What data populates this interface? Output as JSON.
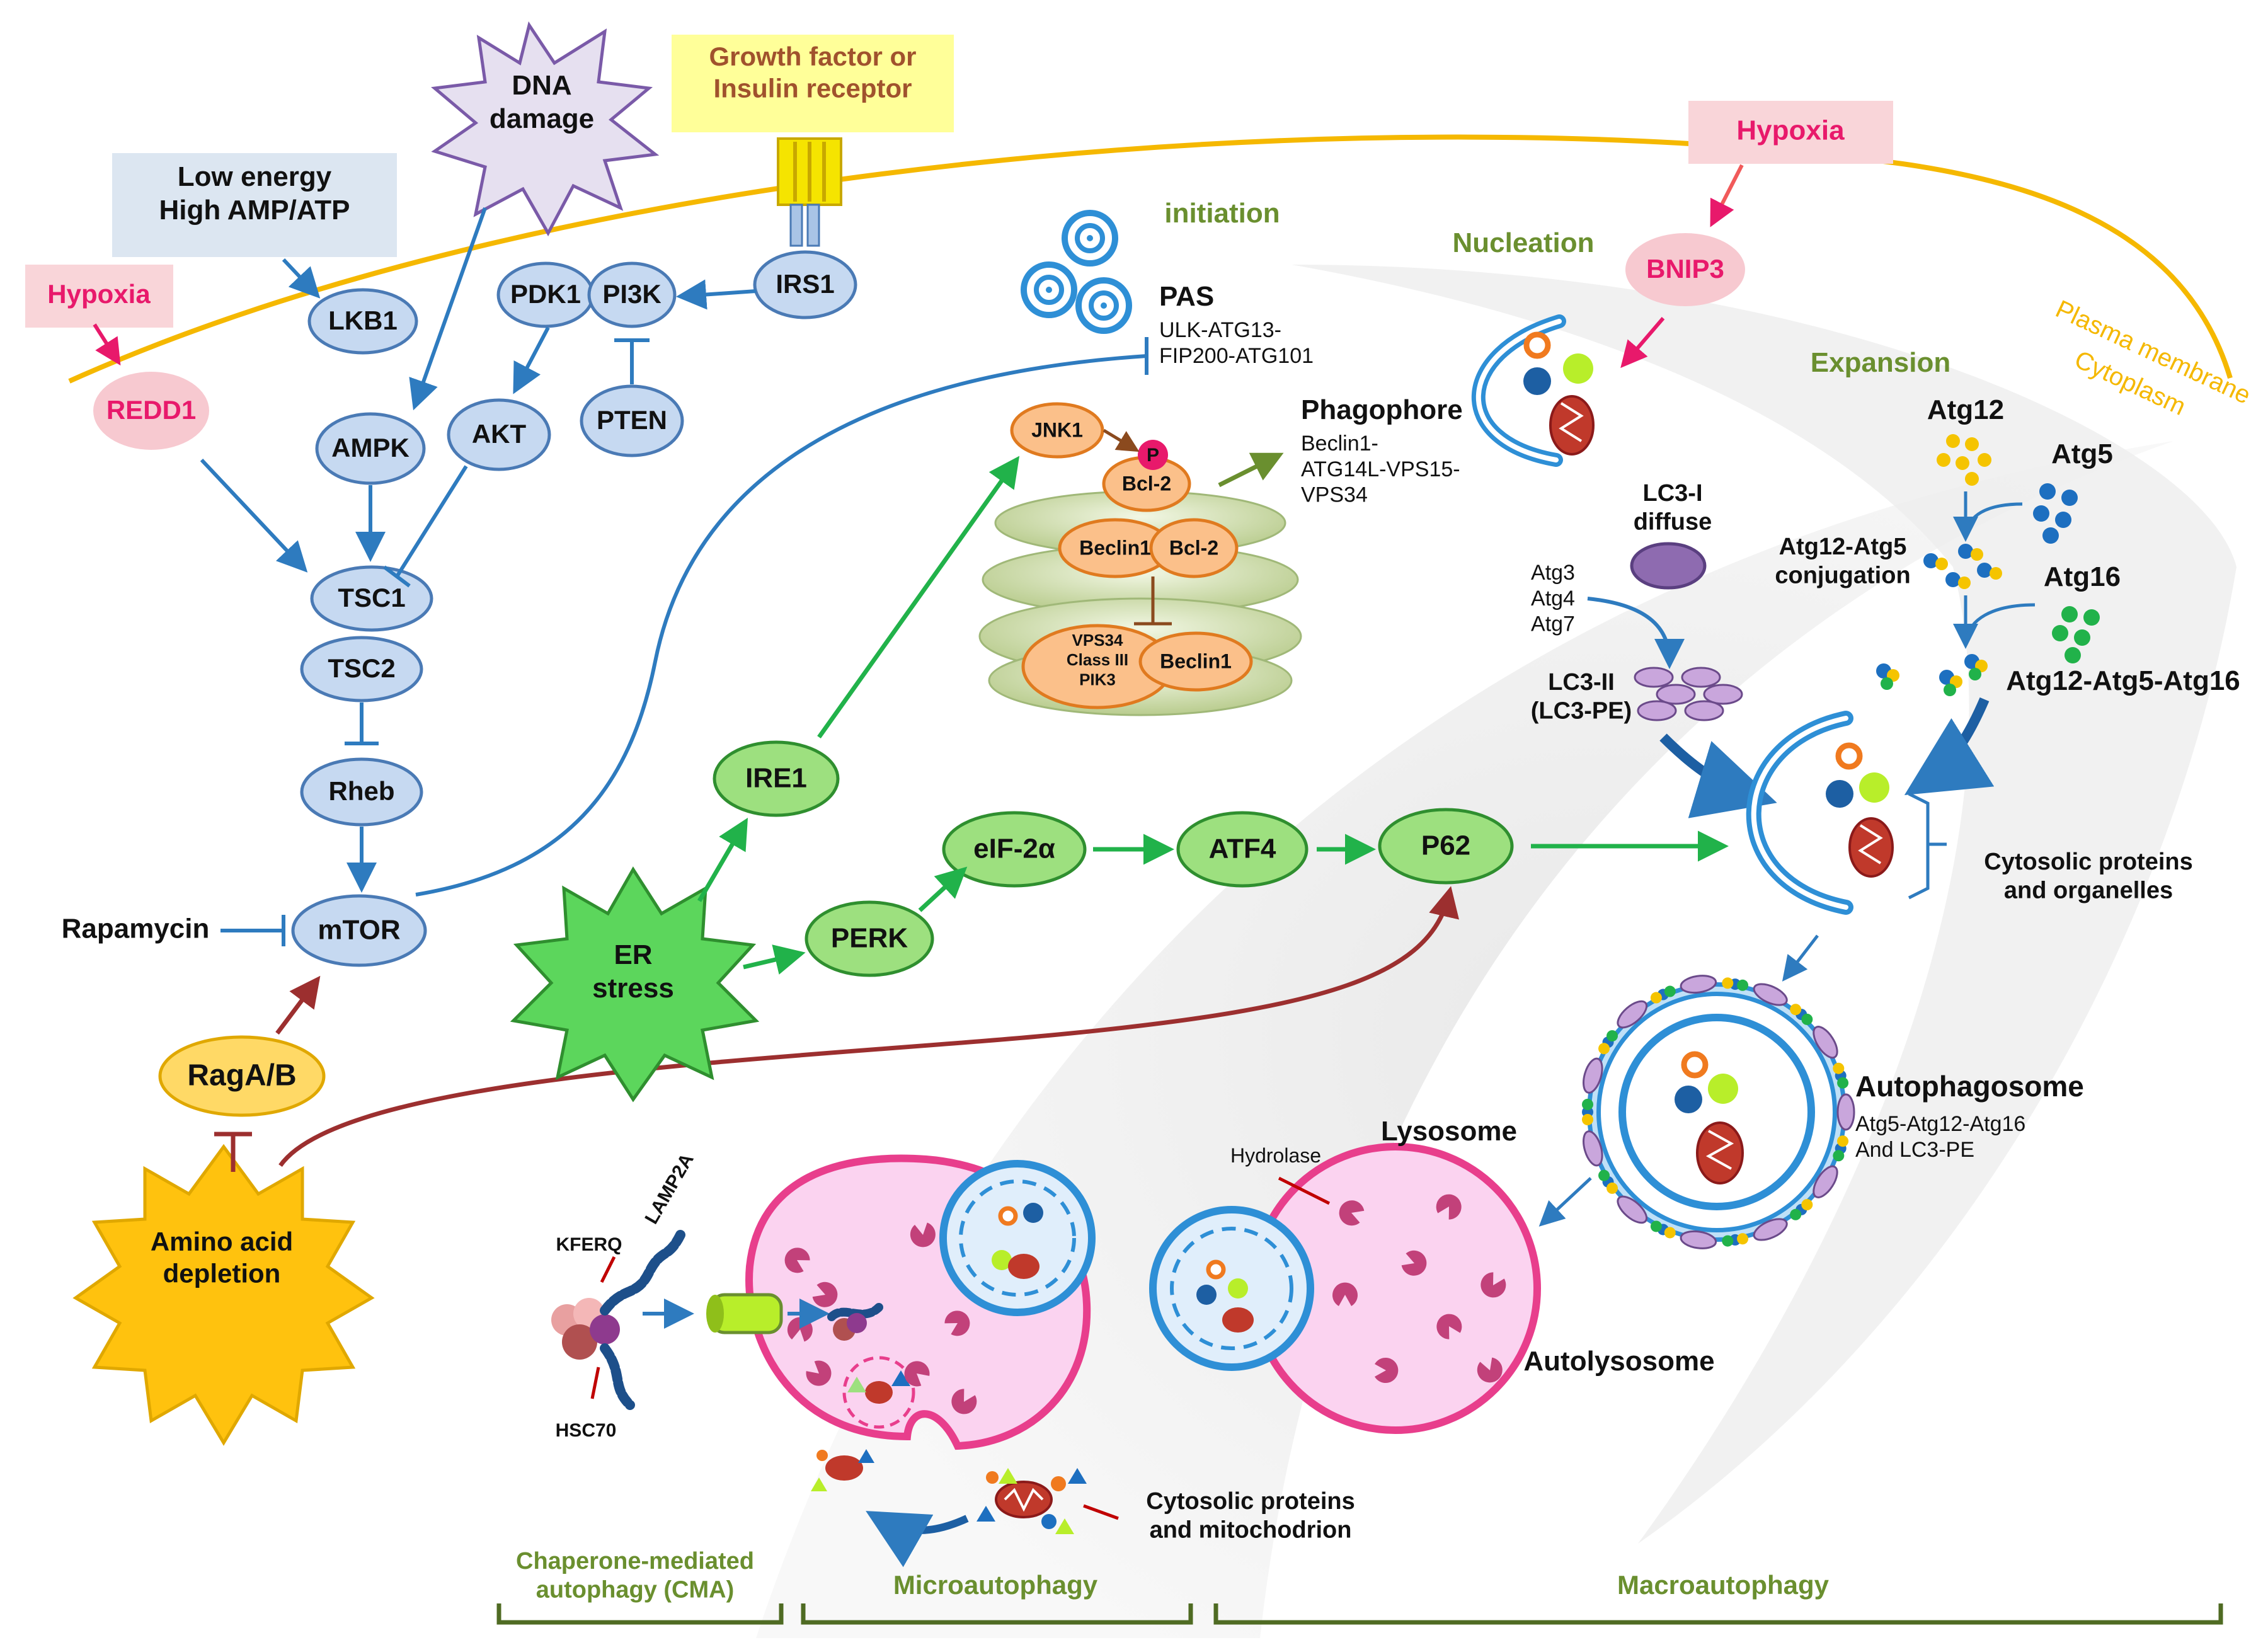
{
  "boxes": {
    "growth_factor": "Growth factor or\nInsulin receptor",
    "low_energy": "Low energy\nHigh AMP/ATP",
    "hypoxia_left": "Hypoxia",
    "hypoxia_right": "Hypoxia",
    "dna_damage": "DNA\ndamage"
  },
  "membrane": {
    "plasma": "Plasma membrane",
    "cytoplasm": "Cytoplasm"
  },
  "nodes": {
    "lkb1": "LKB1",
    "pdk1": "PDK1",
    "pi3k": "PI3K",
    "irs1": "IRS1",
    "redd1": "REDD1",
    "ampk": "AMPK",
    "akt": "AKT",
    "pten": "PTEN",
    "tsc1": "TSC1",
    "tsc2": "TSC2",
    "rheb": "Rheb",
    "mtor": "mTOR",
    "raga": "RagA/B",
    "rapamycin": "Rapamycin",
    "amino": "Amino acid\ndepletion",
    "ire1": "IRE1",
    "perk": "PERK",
    "eif2a": "eIF-2α",
    "atf4": "ATF4",
    "p62": "P62",
    "er_stress": "ER\nstress",
    "bnip3": "BNIP3",
    "jnk1": "JNK1",
    "p": "P",
    "bcl2a": "Bcl-2",
    "beclin1a": "Beclin1",
    "bcl2b": "Bcl-2",
    "vps34": "VPS34\nClass III\nPIK3",
    "beclin1b": "Beclin1"
  },
  "labels": {
    "initiation": "initiation",
    "nucleation": "Nucleation",
    "expansion": "Expansion",
    "pas_title": "PAS",
    "pas_sub": "ULK-ATG13-\nFIP200-ATG101",
    "phagophore_title": "Phagophore",
    "phagophore_sub": "Beclin1-\nATG14L-VPS15-\nVPS34",
    "lc3i": "LC3-I\ndiffuse",
    "atg347": "Atg3\nAtg4\nAtg7",
    "lc3ii": "LC3-II\n(LC3-PE)",
    "atg12": "Atg12",
    "atg5": "Atg5",
    "atg12_atg5": "Atg12-Atg5\nconjugation",
    "atg16": "Atg16",
    "atg12_atg5_atg16": "Atg12-Atg5-Atg16",
    "cytosolic": "Cytosolic proteins\nand organelles",
    "autophagosome_title": "Autophagosome",
    "autophagosome_sub": "Atg5-Atg12-Atg16\nAnd LC3-PE",
    "lysosome": "Lysosome",
    "hydrolase": "Hydrolase",
    "autolysosome": "Autolysosome",
    "kferq": "KFERQ",
    "lamp2a": "LAMP2A",
    "hsc70": "HSC70",
    "cyto_mito": "Cytosolic proteins\nand mitochodrion"
  },
  "footer": {
    "cma": "Chaperone-mediated\nautophagy (CMA)",
    "micro": "Microautophagy",
    "macro": "Macroautophagy"
  },
  "colors": {
    "blue_node": "#c6d9f1",
    "green_node": "#9de07f",
    "orange_node": "#fbc08a",
    "pink_node": "#f7c9d0",
    "membrane": "#f5b800",
    "section_green": "#6a8f2f",
    "hypoxia_text": "#e8196b"
  }
}
